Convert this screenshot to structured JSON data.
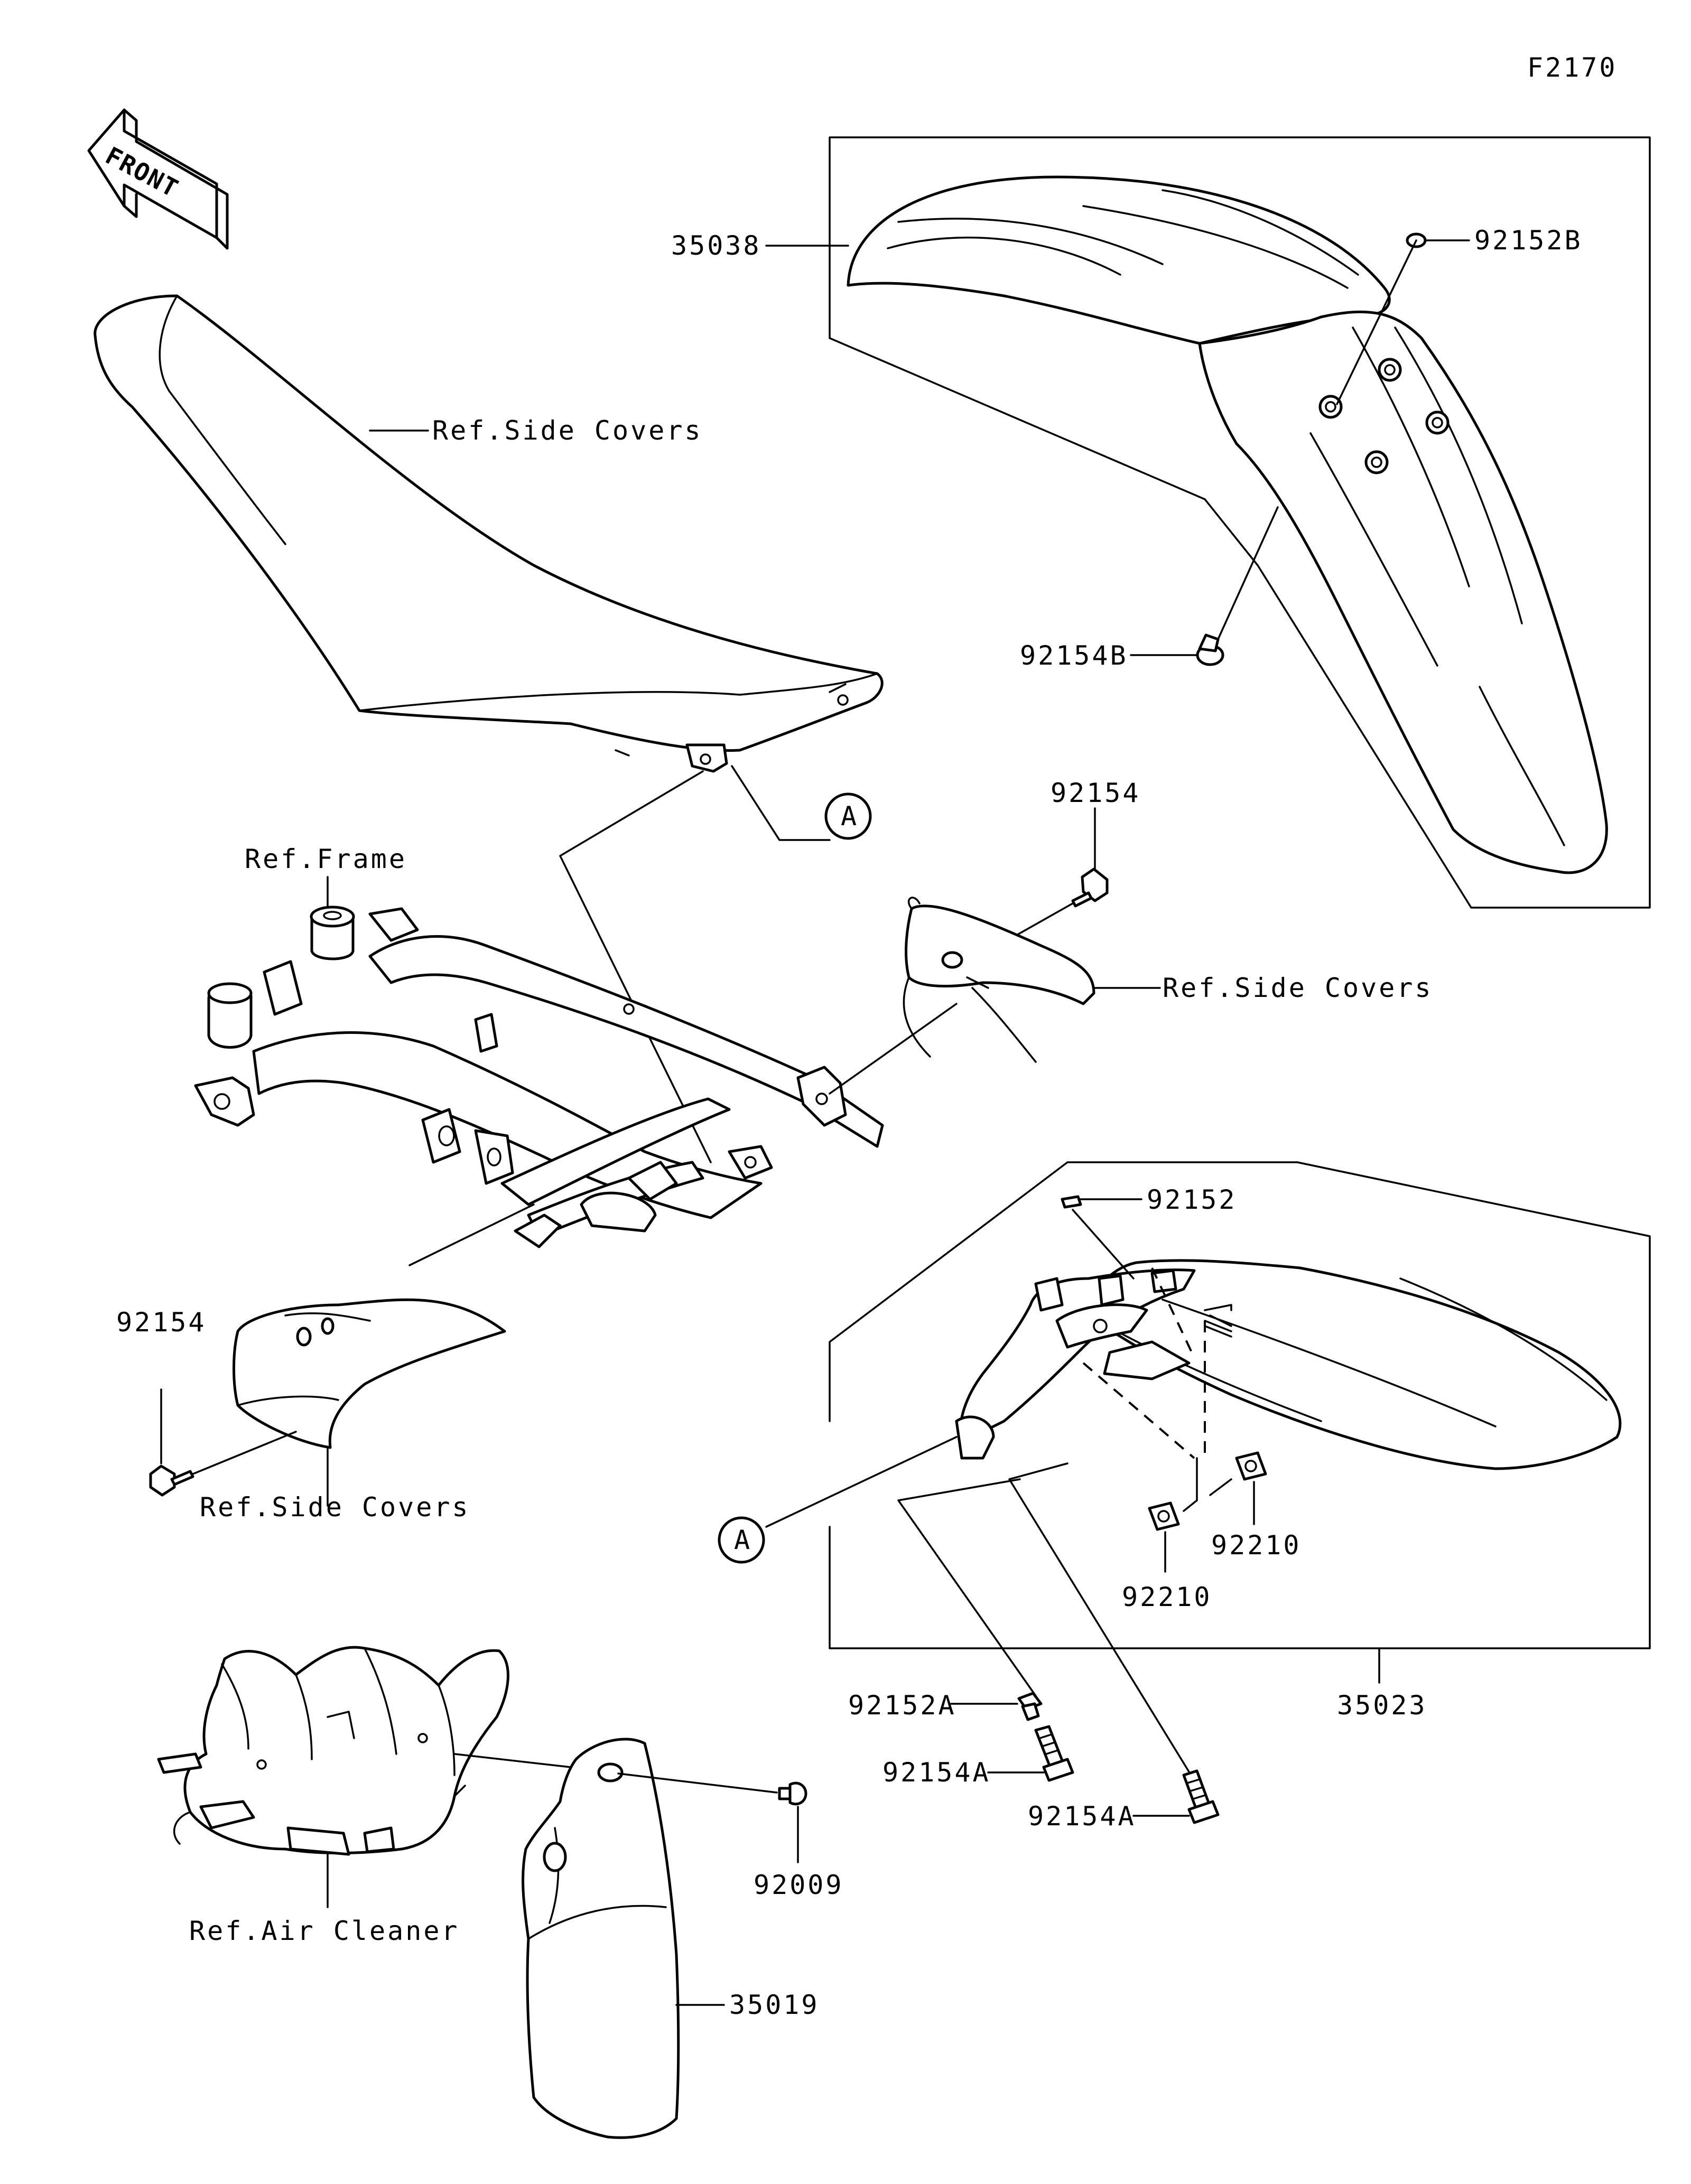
{
  "figure_code": "F2170",
  "front_label": "FRONT",
  "callouts": {
    "callout_35038": "35038",
    "callout_92152B": "92152B",
    "callout_92154B": "92154B",
    "callout_ref_side_covers_seat": "Ref.Side Covers",
    "callout_a_upper": "A",
    "callout_92154_upper": "92154",
    "callout_ref_frame": "Ref.Frame",
    "callout_ref_side_covers_right": "Ref.Side Covers",
    "callout_92154_left": "92154",
    "callout_ref_side_covers_left": "Ref.Side Covers",
    "callout_92152": "92152",
    "callout_a_lower": "A",
    "callout_92210_right": "92210",
    "callout_92210_left": "92210",
    "callout_35023": "35023",
    "callout_92152A": "92152A",
    "callout_92154A_upper": "92154A",
    "callout_92154A_lower": "92154A",
    "callout_92009": "92009",
    "callout_ref_air_cleaner": "Ref.Air Cleaner",
    "callout_35019": "35019"
  }
}
